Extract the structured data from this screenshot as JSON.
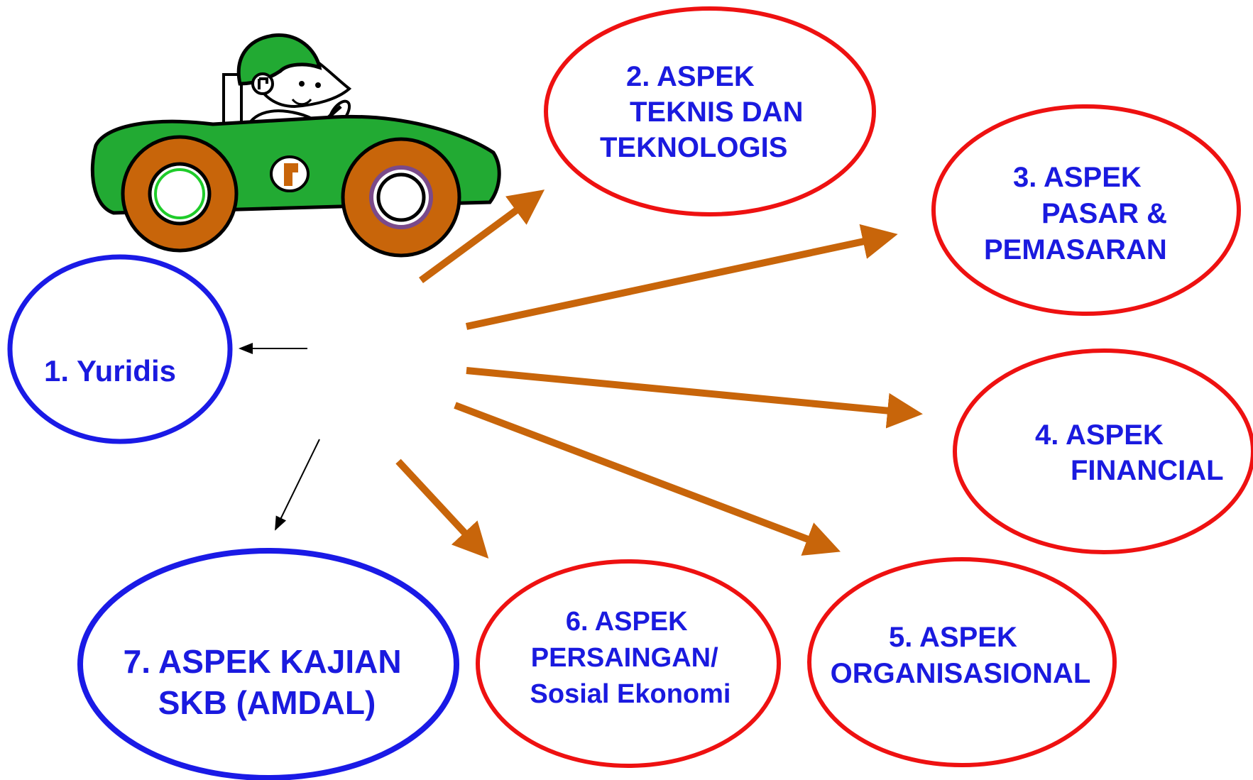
{
  "colors": {
    "blue_ring": "#1a1ae6",
    "red_ring": "#ee1111",
    "label_text": "#1a1adf",
    "arrow_orange": "#c8650a",
    "arrow_black": "#000000",
    "car_body": "#22aa33",
    "wheel": "#c8650a"
  },
  "nodes": {
    "n1": {
      "lines": [
        "1. Yuridis"
      ]
    },
    "n2": {
      "lines": [
        "2. ASPEK",
        "TEKNIS DAN",
        "TEKNOLOGIS"
      ]
    },
    "n3": {
      "lines": [
        "3. ASPEK",
        "PASAR  &",
        "PEMASARAN"
      ]
    },
    "n4": {
      "lines": [
        "4. ASPEK",
        "FINANCIAL"
      ]
    },
    "n5": {
      "lines": [
        "5. ASPEK",
        "ORGANISASIONAL"
      ]
    },
    "n6": {
      "lines": [
        "6. ASPEK",
        "PERSAINGAN/",
        "Sosial Ekonomi"
      ]
    },
    "n7": {
      "lines": [
        "7. ASPEK KAJIAN",
        "SKB (AMDAL)"
      ]
    }
  },
  "icons": {
    "car": "car-driver-icon"
  }
}
